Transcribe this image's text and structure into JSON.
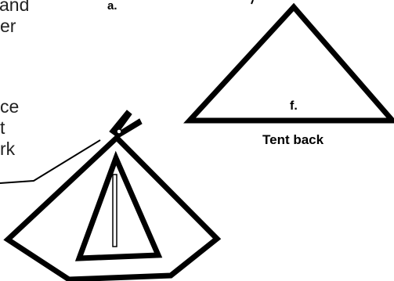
{
  "intro_text_fragments": [
    "and",
    "er"
  ],
  "side_text_fragments": [
    "ce",
    "t",
    "rk"
  ],
  "labels": {
    "top_label": "a.",
    "back_panel_label": "f.",
    "back_panel_caption": "Tent back"
  },
  "colors": {
    "line": "#000000",
    "body_text": "#222222",
    "background": "#ffffff"
  },
  "icons": {
    "clip": "clothes-peg-icon"
  }
}
